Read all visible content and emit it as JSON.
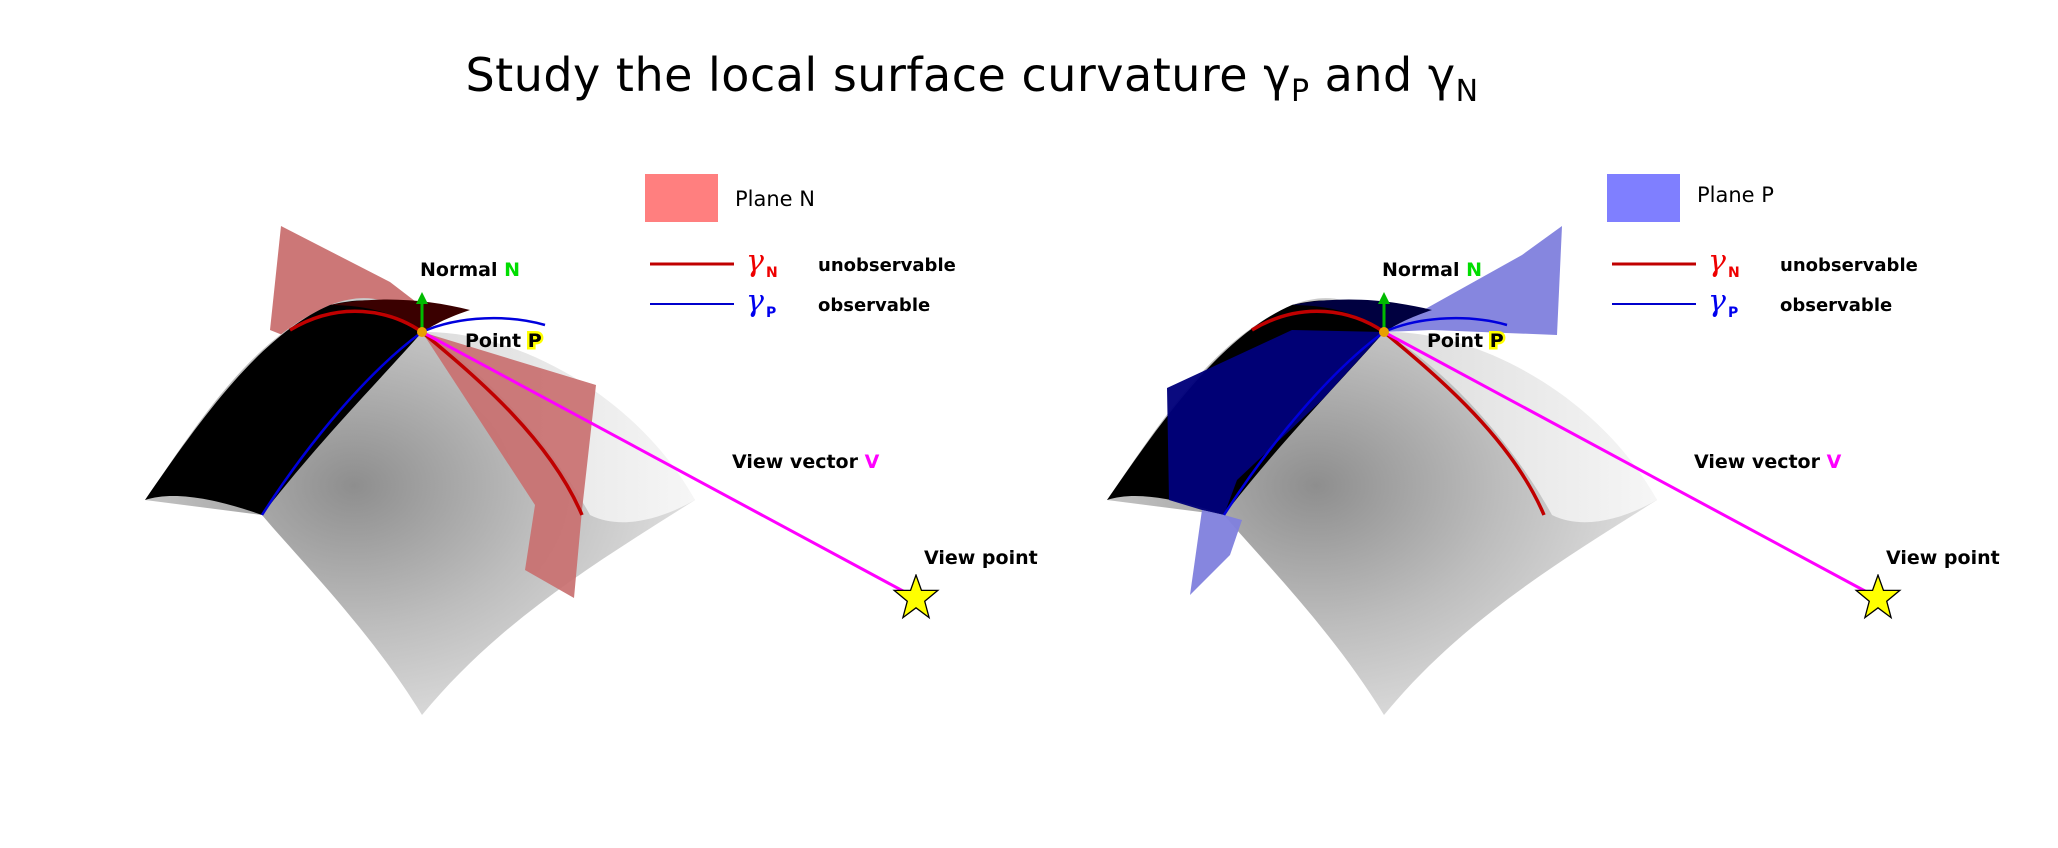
{
  "title": {
    "prefix": "Study the local surface curvature γ",
    "sub_p": "P",
    "middle": " and γ",
    "sub_n": "N"
  },
  "colors": {
    "plane_n": "#ff7f7f",
    "plane_p": "#7f7fff",
    "curve_n": "#c00000",
    "curve_p": "#0000cc",
    "view_vector": "#ff00ff",
    "normal": "#00cc00",
    "star": "#ffff00"
  },
  "left_panel": {
    "legend": {
      "plane_label": "Plane N",
      "gamma_symbol": "γ",
      "n_sub": "N",
      "p_sub": "P",
      "unobservable": "unobservable",
      "observable": "observable"
    },
    "labels": {
      "normal": "Normal",
      "normal_letter": "N",
      "point": "Point",
      "point_letter": "P",
      "view_vector": "View vector",
      "view_vector_letter": "V",
      "view_point": "View point"
    }
  },
  "right_panel": {
    "legend": {
      "plane_label": "Plane P",
      "gamma_symbol": "γ",
      "n_sub": "N",
      "p_sub": "P",
      "unobservable": "unobservable",
      "observable": "observable"
    },
    "labels": {
      "normal": "Normal",
      "normal_letter": "N",
      "point": "Point",
      "point_letter": "P",
      "view_vector": "View vector",
      "view_vector_letter": "V",
      "view_point": "View point"
    }
  }
}
